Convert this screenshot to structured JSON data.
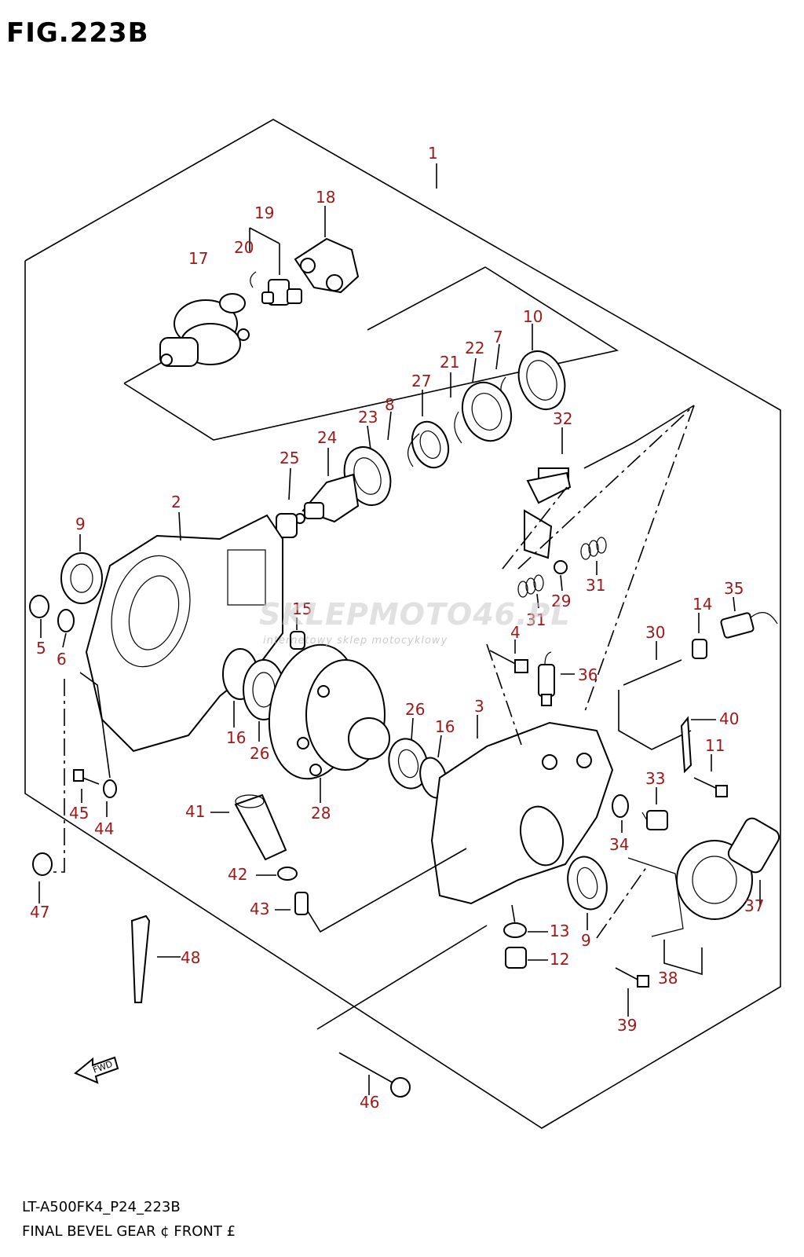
{
  "figure": {
    "title": "FIG.223B",
    "ref_code": "LT-A500FK4_P24_223B",
    "caption": "FINAL BEVEL GEAR   ¢ FRONT £",
    "fwd_label": "FWD"
  },
  "watermark": {
    "brand_a": "SKLEPMOTO",
    "brand_b": "46",
    "tld": ".PL",
    "tagline": "internetowy sklep motocyklowy"
  },
  "colors": {
    "callout": "#a01818",
    "ink": "#000000",
    "watermark": "#c8c8c8"
  },
  "callouts": {
    "c1": "1",
    "c2": "2",
    "c3": "3",
    "c4": "4",
    "c5": "5",
    "c6": "6",
    "c7": "7",
    "c8": "8",
    "c9a": "9",
    "c9b": "9",
    "c10": "10",
    "c11": "11",
    "c12": "12",
    "c13": "13",
    "c14": "14",
    "c15": "15",
    "c16a": "16",
    "c16b": "16",
    "c17": "17",
    "c18": "18",
    "c19": "19",
    "c20": "20",
    "c21": "21",
    "c22": "22",
    "c23": "23",
    "c24": "24",
    "c25": "25",
    "c26a": "26",
    "c26b": "26",
    "c27": "27",
    "c28": "28",
    "c29": "29",
    "c30": "30",
    "c31a": "31",
    "c31b": "31",
    "c32": "32",
    "c33": "33",
    "c34": "34",
    "c35": "35",
    "c36": "36",
    "c37": "37",
    "c38": "38",
    "c39": "39",
    "c40": "40",
    "c41": "41",
    "c42": "42",
    "c43": "43",
    "c44": "44",
    "c45": "45",
    "c46": "46",
    "c47": "47",
    "c48": "48"
  }
}
